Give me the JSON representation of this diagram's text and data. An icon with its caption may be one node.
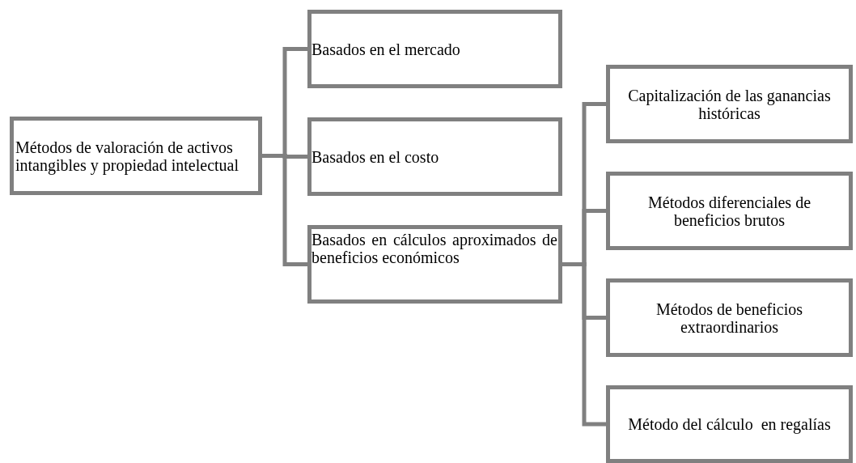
{
  "diagram": {
    "nodes": [
      {
        "text": [
          "Métodos de valoración de activos intangibles y propiedad intelectual"
        ]
      },
      {
        "text": [
          "Basados en el mercado"
        ]
      },
      {
        "text": [
          "Basados en el costo"
        ]
      },
      {
        "text": [
          "Basados en cálculos aproximados de beneficios económicos"
        ]
      },
      {
        "text": [
          "Capitalización de las ganancias históricas"
        ]
      },
      {
        "text": [
          "Métodos diferenciales de beneficios brutos"
        ]
      },
      {
        "text": [
          "Métodos de beneficios extraordinarios"
        ]
      },
      {
        "text": [
          "Método del cálculo  en regalías"
        ]
      }
    ],
    "edges": [
      {
        "from": 0,
        "to": 1,
        "arrow": "none"
      },
      {
        "from": 0,
        "to": 2,
        "arrow": "none"
      },
      {
        "from": 0,
        "to": 3,
        "arrow": "none"
      },
      {
        "from": 3,
        "to": 4,
        "arrow": "none"
      },
      {
        "from": 3,
        "to": 5,
        "arrow": "none"
      },
      {
        "from": 3,
        "to": 6,
        "arrow": "none"
      },
      {
        "from": 3,
        "to": 7,
        "arrow": "none"
      }
    ]
  }
}
